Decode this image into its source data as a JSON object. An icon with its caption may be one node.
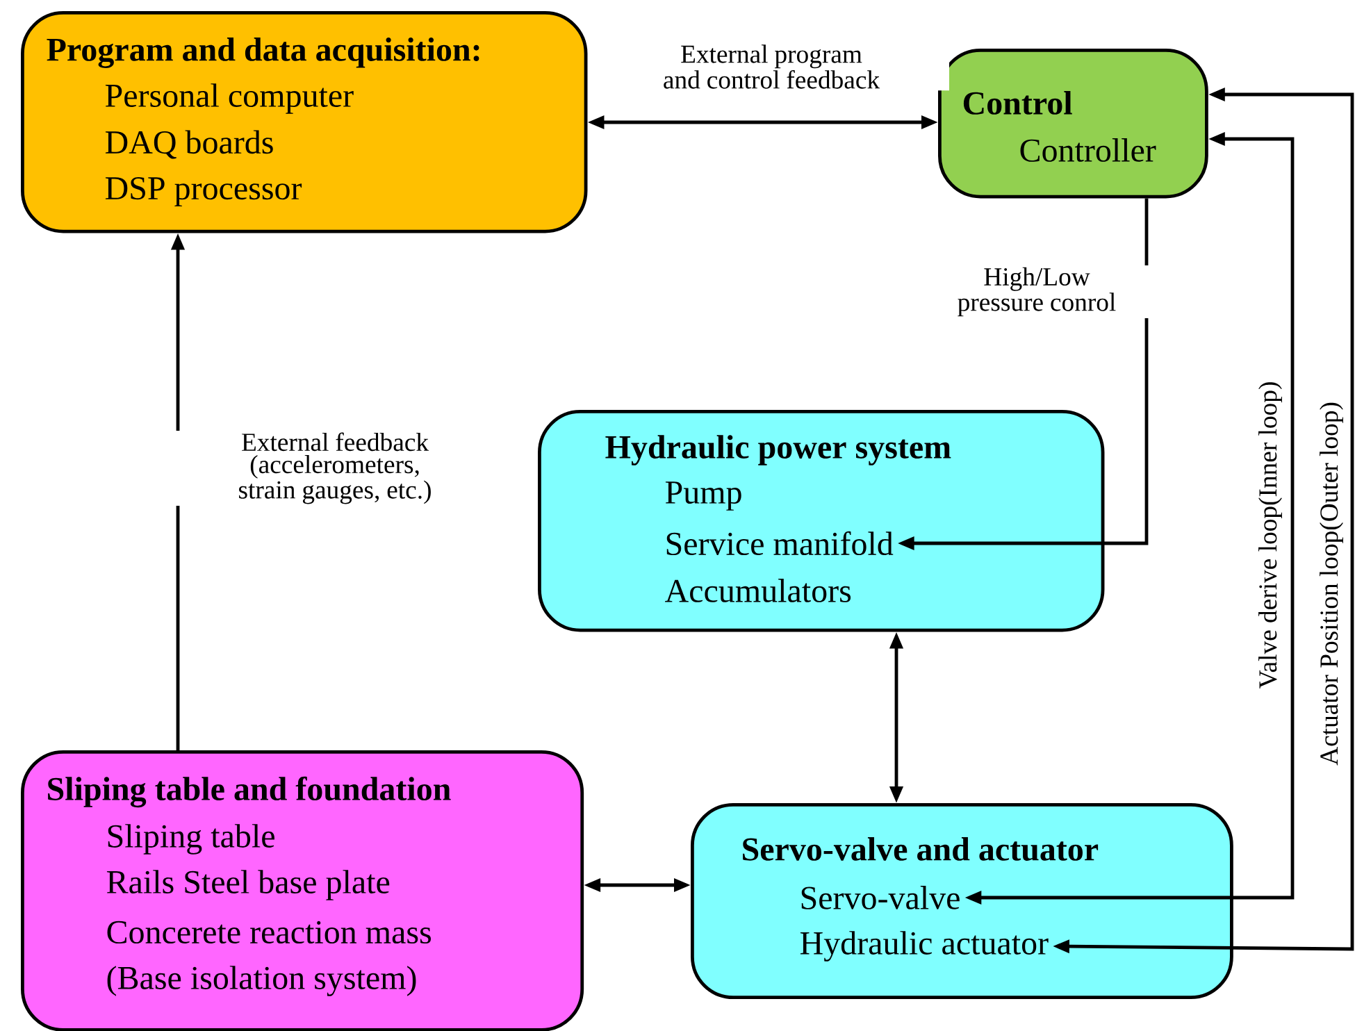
{
  "diagram": {
    "nodes": [
      {
        "text": [
          "Program and data acquisition:",
          "Personal computer",
          "DAQ boards",
          "DSP processor"
        ]
      },
      {
        "text": [
          "Control",
          "Controller"
        ]
      },
      {
        "text": [
          "Hydraulic power system",
          "Pump",
          "Service manifold",
          "Accumulators"
        ]
      },
      {
        "text": [
          "Sliping table and foundation",
          "Sliping table",
          "Rails Steel base plate",
          "Concerete reaction mass",
          "(Base isolation system)"
        ]
      },
      {
        "text": [
          "Servo-valve and actuator",
          "Servo-valve",
          "Hydraulic actuator"
        ]
      }
    ],
    "edges": [
      {
        "from": 0,
        "to": 1,
        "arrow": "both",
        "label": "External program and control feedback"
      },
      {
        "from": 1,
        "to": 2,
        "arrow": "to",
        "label": "High/Low pressure conrol"
      },
      {
        "from": 3,
        "to": 0,
        "arrow": "to",
        "label": "External feedback (accelerometers, strain gauges, etc.)"
      },
      {
        "from": 2,
        "to": 4,
        "arrow": "both"
      },
      {
        "from": 3,
        "to": 4,
        "arrow": "both"
      },
      {
        "from": 4,
        "to": 1,
        "arrow": "both",
        "label": "Valve derive loop(Inner loop)"
      },
      {
        "from": 4,
        "to": 1,
        "arrow": "both",
        "label": "Actuator Position loop(Outer loop)"
      }
    ]
  }
}
